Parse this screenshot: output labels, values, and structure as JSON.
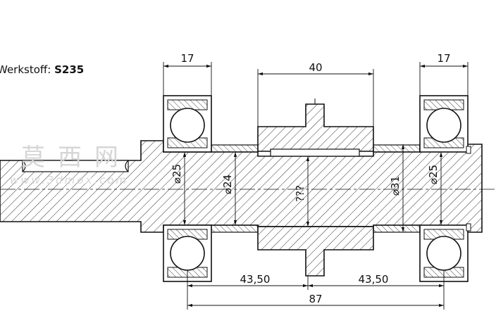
{
  "material": {
    "label": "Werkstoff:",
    "value": "S235"
  },
  "watermark": {
    "chinese": "莫西网",
    "url": "www.3dmox.com"
  },
  "dimensions": {
    "bearing_width_left": "17",
    "bearing_width_right": "17",
    "hub_width": "40",
    "dia_left_bearing": "⌀25",
    "dia_left_shaft": "⌀24",
    "dia_center": "???",
    "dia_right_shaft": "⌀31",
    "dia_right_bearing": "⌀25",
    "half_left": "43,50",
    "half_right": "43,50",
    "overall": "87"
  },
  "colors": {
    "line": "#111111",
    "hatch": "#333333",
    "watermark": "#d6d6d6"
  }
}
